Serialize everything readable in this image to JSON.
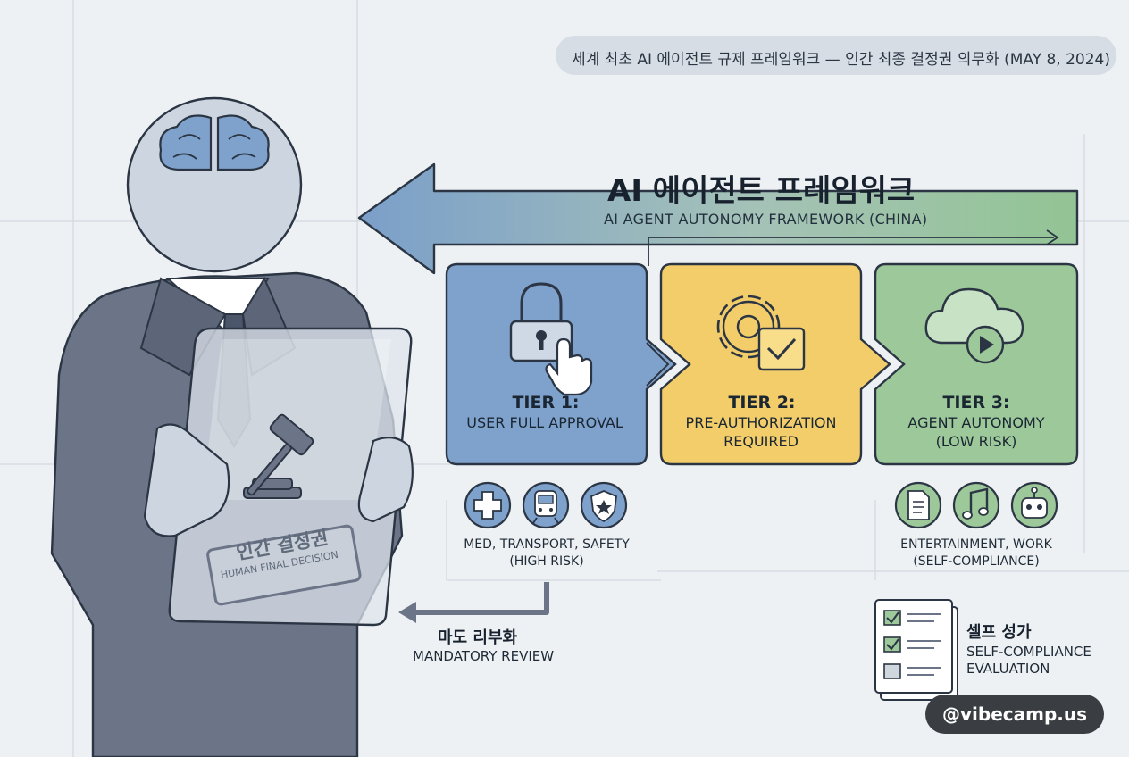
{
  "header": {
    "title": "세계 최초 AI 에이전트 규제 프레임워크 — 인간 최종 결정권 의무화 (MAY 8, 2024)"
  },
  "framework": {
    "title_ko": "AI 에이전트 프레임워크",
    "title_en": "AI AGENT AUTONOMY FRAMEWORK (CHINA)"
  },
  "tiers": [
    {
      "title": "TIER 1:",
      "desc": "USER FULL APPROVAL",
      "color": "#7fa2cc",
      "icon": "lock-hand-icon"
    },
    {
      "title": "TIER 2:",
      "desc": "PRE-AUTHORIZATION REQUIRED",
      "color": "#f2cd6a",
      "icon": "gear-check-icon"
    },
    {
      "title": "TIER 3:",
      "desc": "AGENT AUTONOMY (LOW RISK)",
      "color": "#9dc89a",
      "icon": "cloud-play-icon"
    }
  ],
  "high_risk": {
    "icons": [
      "medical-cross-icon",
      "train-icon",
      "police-badge-icon"
    ],
    "caption_line1": "MED, TRANSPORT, SAFETY",
    "caption_line2": "(HIGH RISK)"
  },
  "low_risk": {
    "icons": [
      "document-icon",
      "music-note-icon",
      "robot-icon"
    ],
    "caption_line1": "ENTERTAINMENT, WORK",
    "caption_line2": "(SELF-COMPLIANCE)"
  },
  "review": {
    "title_ko": "마도 리부화",
    "title_en": "MANDATORY REVIEW"
  },
  "self_eval": {
    "title_ko": "셀프 성가",
    "line1": "SELF-COMPLIANCE",
    "line2": "EVALUATION"
  },
  "stamp": {
    "text_ko": "인간 결정권",
    "text_en": "HUMAN FINAL DECISION"
  },
  "figure_icons": [
    "brain-icon",
    "gavel-icon"
  ],
  "credit": "@vibecamp.us",
  "colors": {
    "background": "#eef1f4",
    "suit": "#6b7587",
    "tier1": "#7fa2cc",
    "tier2": "#f2cd6a",
    "tier3": "#9dc89a",
    "outline": "#2b3543"
  }
}
